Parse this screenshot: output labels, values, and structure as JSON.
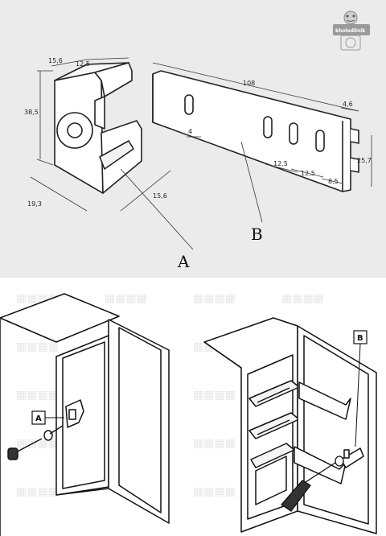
{
  "top_drawing": {
    "dimensions": [
      "15,6",
      "12,5",
      "38,5",
      "19,3",
      "15,6",
      "108",
      "4",
      "4,6",
      "25,7",
      "12,5",
      "12,5",
      "8,5"
    ],
    "label_a": "A",
    "label_b": "B",
    "logo_text": "kholodilnik"
  },
  "bottom_drawing": {
    "callout_a": "A",
    "callout_b": "B"
  }
}
